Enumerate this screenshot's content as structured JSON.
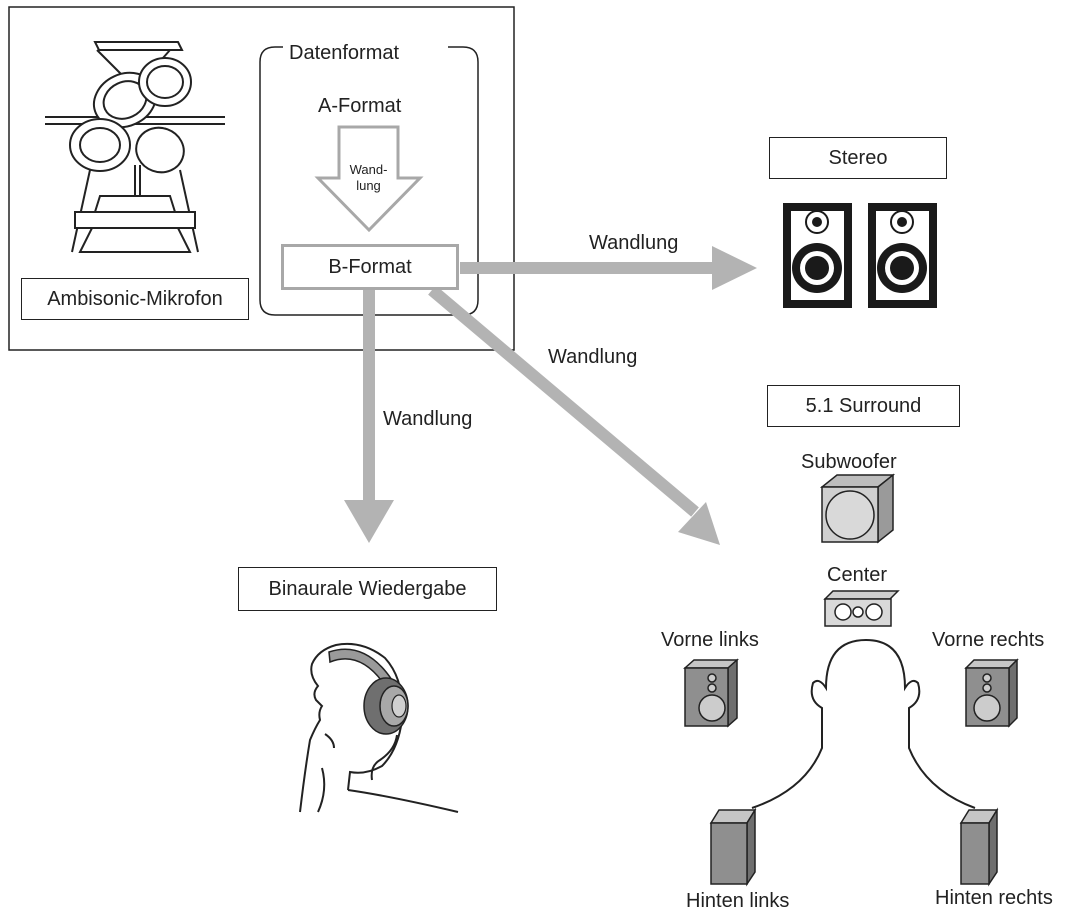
{
  "microphone": {
    "label": "Ambisonic-Mikrofon"
  },
  "data_format": {
    "title": "Datenformat",
    "a_format": "A-Format",
    "conversion_inner_line1": "Wand-",
    "conversion_inner_line2": "lung",
    "b_format": "B-Format"
  },
  "conversions": {
    "to_stereo": "Wandlung",
    "to_surround": "Wandlung",
    "to_binaural": "Wandlung"
  },
  "stereo": {
    "label": "Stereo"
  },
  "surround": {
    "label": "5.1 Surround",
    "subwoofer": "Subwoofer",
    "center": "Center",
    "front_left": "Vorne links",
    "front_right": "Vorne rechts",
    "rear_left": "Hinten links",
    "rear_right": "Hinten rechts"
  },
  "binaural": {
    "label": "Binaurale Wiedergabe"
  },
  "colors": {
    "arrow": "#b3b3b3",
    "line": "#222222",
    "speaker_fill": "#8f8f8f",
    "speaker_dark": "#1a1a1a"
  }
}
